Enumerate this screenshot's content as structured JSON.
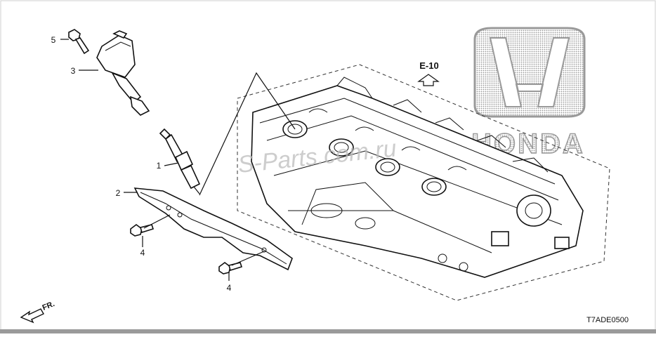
{
  "callouts": {
    "c1": "1",
    "c2": "2",
    "c3": "3",
    "c4a": "4",
    "c4b": "4",
    "c5": "5"
  },
  "reference": "E-10",
  "diagram_code": "T7ADE0500",
  "front_label": "FR.",
  "brand_text": "HONDA",
  "watermark": "S-Parts.com.ru",
  "colors": {
    "line": "#111111",
    "logo_gray": "#9a9a9a",
    "background": "#ffffff"
  }
}
